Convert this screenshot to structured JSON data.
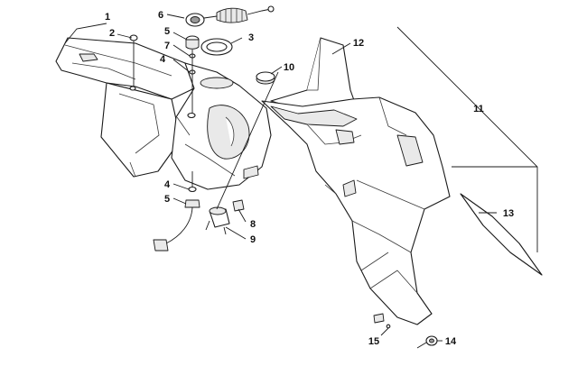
{
  "callouts": [
    {
      "id": "1",
      "label": "1"
    },
    {
      "id": "2",
      "label": "2"
    },
    {
      "id": "3",
      "label": "3"
    },
    {
      "id": "4a",
      "label": "4"
    },
    {
      "id": "4b",
      "label": "4"
    },
    {
      "id": "5a",
      "label": "5"
    },
    {
      "id": "5b",
      "label": "5"
    },
    {
      "id": "6",
      "label": "6"
    },
    {
      "id": "7",
      "label": "7"
    },
    {
      "id": "8",
      "label": "8"
    },
    {
      "id": "9",
      "label": "9"
    },
    {
      "id": "10",
      "label": "10"
    },
    {
      "id": "11",
      "label": "11"
    },
    {
      "id": "12",
      "label": "12"
    },
    {
      "id": "13",
      "label": "13"
    },
    {
      "id": "14",
      "label": "14"
    },
    {
      "id": "15",
      "label": "15"
    }
  ]
}
